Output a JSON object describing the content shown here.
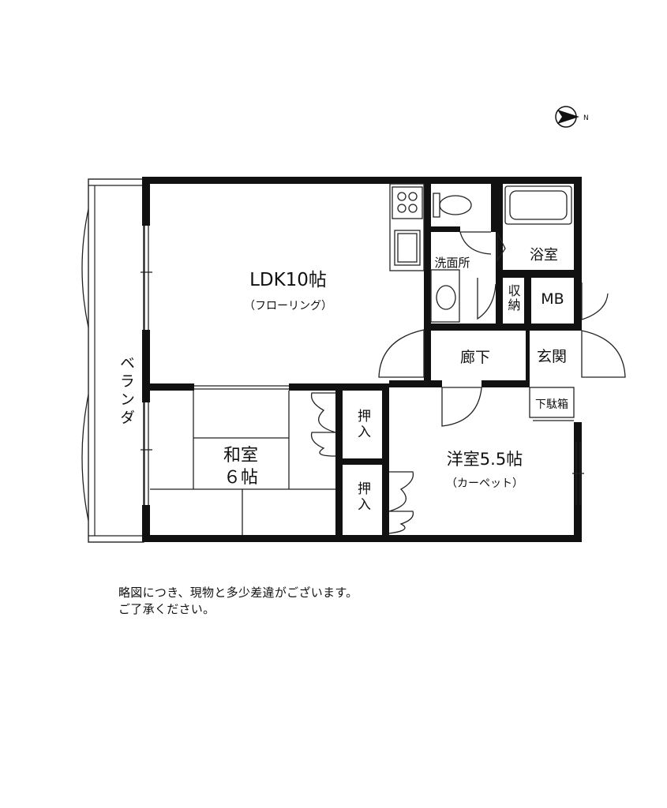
{
  "compass": {
    "label": "N"
  },
  "rooms": {
    "ldk": {
      "name": "LDK10帖",
      "floor": "（フローリング）"
    },
    "washroom": "洗面所",
    "bath": "浴室",
    "storage": "収納",
    "mb": "MB",
    "hallway": "廊下",
    "entrance": "玄関",
    "shoe_box": "下駄箱",
    "balcony": "ベランダ",
    "washitsu": {
      "name": "和室",
      "size": "６帖"
    },
    "oshiire_upper": "押入",
    "oshiire_lower": "押入",
    "youshitsu": {
      "name": "洋室5.5帖",
      "floor": "（カーペット）"
    }
  },
  "note": {
    "line1": "略図につき、現物と多少差違がございます。",
    "line2": "ご了承ください。"
  }
}
